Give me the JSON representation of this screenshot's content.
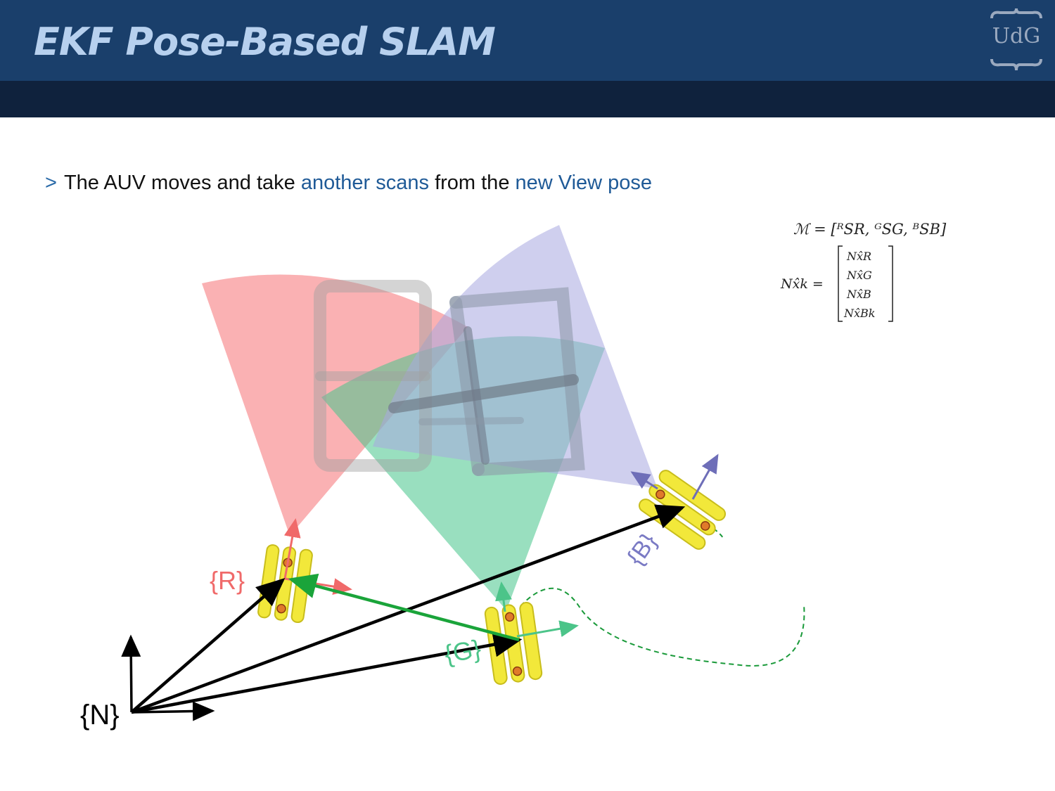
{
  "slide": {
    "title": "EKF Pose-Based SLAM",
    "logo": "UdG",
    "bullet": {
      "marker": ">",
      "parts": [
        "The AUV moves and take ",
        "another scans",
        " from the ",
        "new View pose"
      ]
    }
  },
  "figure": {
    "frames": {
      "world": "{N}",
      "r": "{R}",
      "g": "{G}",
      "b": "{B}"
    }
  },
  "equations": {
    "map": "ℳ = [ᴿSR, ᴳSG, ᴮSB]",
    "state_lhs": "Nx̂k =",
    "state_rows": [
      "Nx̂R",
      "Nx̂G",
      "Nx̂B",
      "Nx̂Bk"
    ]
  },
  "colors": {
    "header": "#1a3f6b",
    "header_band": "#0f223d",
    "title": "#b7d0ee",
    "highlight": "#1f5a97",
    "scan_r": "#f7787c",
    "scan_g": "#46c48a",
    "scan_b": "#a7a7e0",
    "auv": "#f2e83a"
  }
}
